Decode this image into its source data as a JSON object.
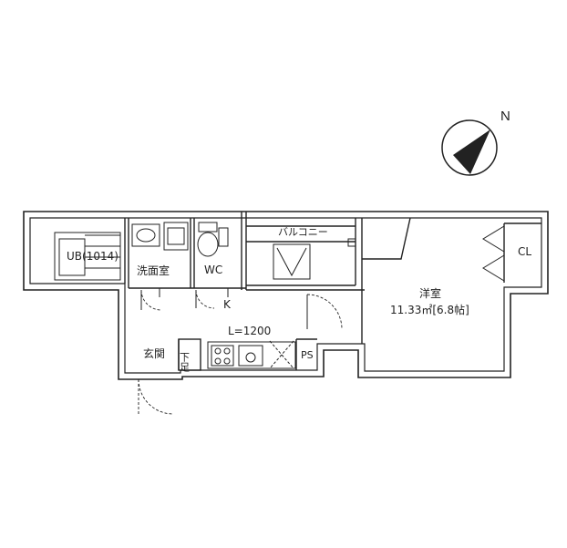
{
  "compass": {
    "north_label": "N"
  },
  "rooms": {
    "bath": "UB(1014)",
    "washroom": "洗面室",
    "toilet": "WC",
    "balcony": "バルコニー",
    "western_room_name": "洋室",
    "western_room_area": "11.33㎡[6.8帖]",
    "closet": "CL",
    "kitchen_marker": "K",
    "kitchen_length": "L=1200",
    "entrance": "玄関",
    "shoe_box": "下足",
    "pipe_space": "PS"
  },
  "colors": {
    "line": "#222222",
    "fill": "#ffffff"
  }
}
